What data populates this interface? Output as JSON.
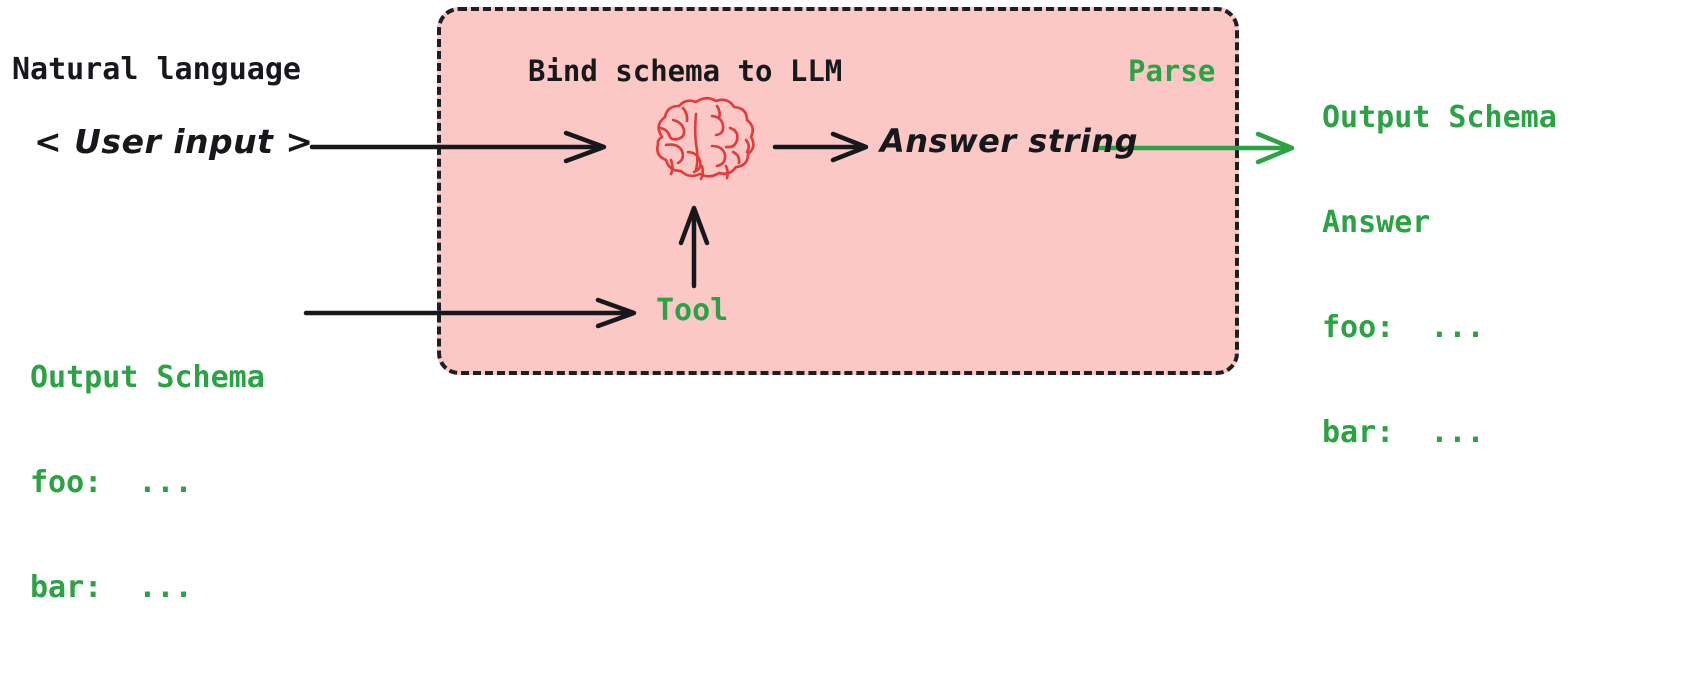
{
  "diagram": {
    "title": "LLM structured output via tool binding",
    "colors": {
      "panel_fill": "#fbc8c6",
      "panel_border": "#1d1f23",
      "ink": "#16181c",
      "green": "#2ba344",
      "brain_red": "#e23b3b"
    }
  },
  "left": {
    "heading": "Natural language",
    "user_input": "< User input >",
    "schema": {
      "title": "Output Schema",
      "lines": [
        "foo:  ...",
        "bar:  ..."
      ]
    }
  },
  "panel": {
    "bind_label": "Bind schema to LLM",
    "parse_label": "Parse",
    "answer_string": "Answer string",
    "tool_label": "Tool",
    "brain_icon": "brain-icon"
  },
  "right": {
    "schema": {
      "title": "Output Schema",
      "lines": [
        "Answer",
        "foo:  ...",
        "bar:  ..."
      ]
    }
  },
  "arrows": [
    {
      "name": "input-to-llm",
      "color": "#16181c",
      "style": "solid"
    },
    {
      "name": "llm-to-answer",
      "color": "#16181c",
      "style": "solid"
    },
    {
      "name": "answer-to-output",
      "color": "#2ba344",
      "style": "solid"
    },
    {
      "name": "schema-to-tool",
      "color": "#16181c",
      "style": "solid"
    },
    {
      "name": "tool-to-llm",
      "color": "#16181c",
      "style": "solid"
    }
  ]
}
